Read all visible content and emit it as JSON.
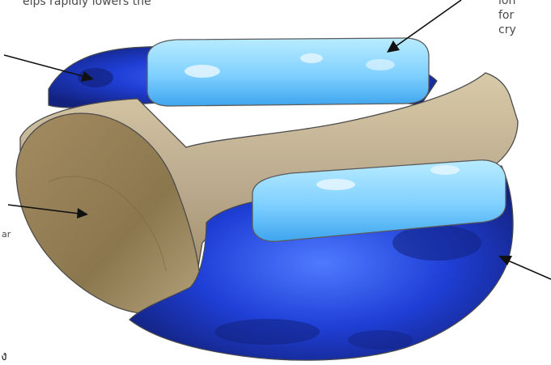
{
  "colors": {
    "gel_blue": "#1f3fd6",
    "gel_dark": "#13227f",
    "gel_light": "#6fb6ff",
    "panel_cyan": "#7fd0ff",
    "panel_highlight": "#e6f6ff",
    "lining_tan": "#b9a88c",
    "lining_dark": "#8b774e",
    "lining_inner": "#a48b62",
    "outline": "#4b4b4b",
    "text": "#4a4a4a"
  },
  "text_fragments": {
    "top_left": "elps rapidly lowers the",
    "top_right_line1": "ion",
    "top_right_line2": "for",
    "top_right_line3": "cry",
    "left_mid": "ar",
    "bottom_left_glyph": "ง"
  },
  "callout_arrows": [
    {
      "name": "arrow-top-left"
    },
    {
      "name": "arrow-top-right"
    },
    {
      "name": "arrow-left-mid"
    },
    {
      "name": "arrow-right-mid"
    }
  ]
}
